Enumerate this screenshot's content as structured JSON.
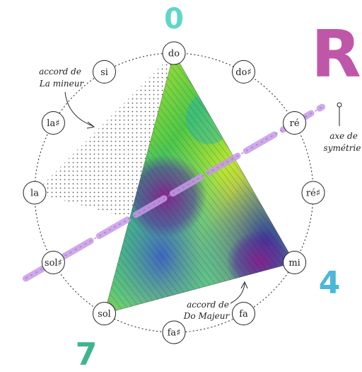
{
  "diagram": {
    "notes": [
      "do",
      "do♯",
      "ré",
      "ré♯",
      "mi",
      "fa",
      "fa♯",
      "sol",
      "sol♯",
      "la",
      "la♯",
      "si"
    ],
    "major_chord": {
      "notes": [
        "do",
        "mi",
        "sol"
      ],
      "label_line1": "accord de",
      "label_line2": "Do Majeur"
    },
    "minor_chord": {
      "notes": [
        "do",
        "mi",
        "la"
      ],
      "label_line1": "accord de",
      "label_line2": "La mineur"
    },
    "axis": {
      "label_line1": "axe de",
      "label_line2": "symétrie"
    },
    "corner_numbers": {
      "top": "0",
      "right": "4",
      "bottom": "7"
    },
    "letter": "R",
    "colors": {
      "yellow": "#d9ef2a",
      "green": "#4fc84a",
      "teal": "#2bb3b0",
      "blue": "#3a5fc8",
      "purple": "#8a1f8c",
      "axis": "#c79be6",
      "letter": "#b43a9a",
      "corner_top": "#5fd6c9",
      "corner_right": "#4bb7d9",
      "corner_bottom": "#3fb58f"
    }
  }
}
